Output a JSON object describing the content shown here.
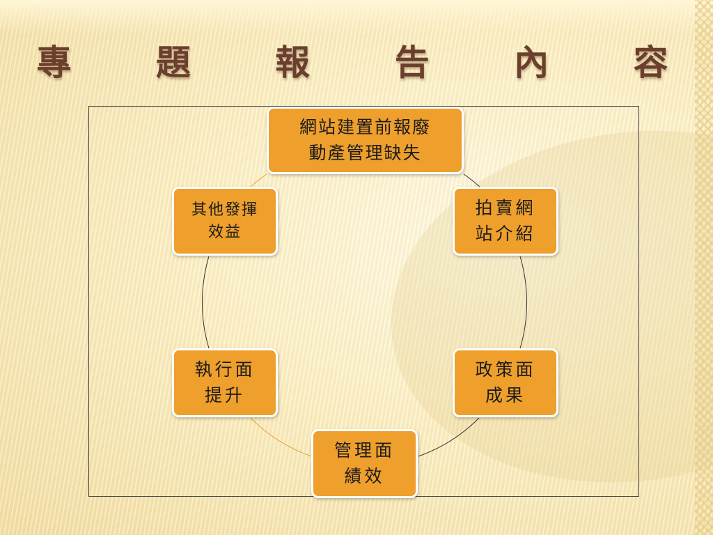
{
  "slide": {
    "title": "專 題 報 告 內 容"
  },
  "diagram": {
    "type": "cycle",
    "nodes": [
      {
        "id": "top",
        "label": "網站建置前報廢\n動產管理缺失"
      },
      {
        "id": "top-right",
        "label": "拍賣網\n站介紹"
      },
      {
        "id": "bottom-right",
        "label": "政策面\n成果"
      },
      {
        "id": "bottom",
        "label": "管理面\n績效"
      },
      {
        "id": "bottom-left",
        "label": "執行面\n提升"
      },
      {
        "id": "top-left",
        "label": "其他發揮\n效益"
      }
    ]
  },
  "colors": {
    "node_fill": "#ee9f2c",
    "node_border": "#ffffff",
    "title": "#6b3e2e",
    "arc_orange": "#e8a03a",
    "arc_dark": "#333333"
  }
}
